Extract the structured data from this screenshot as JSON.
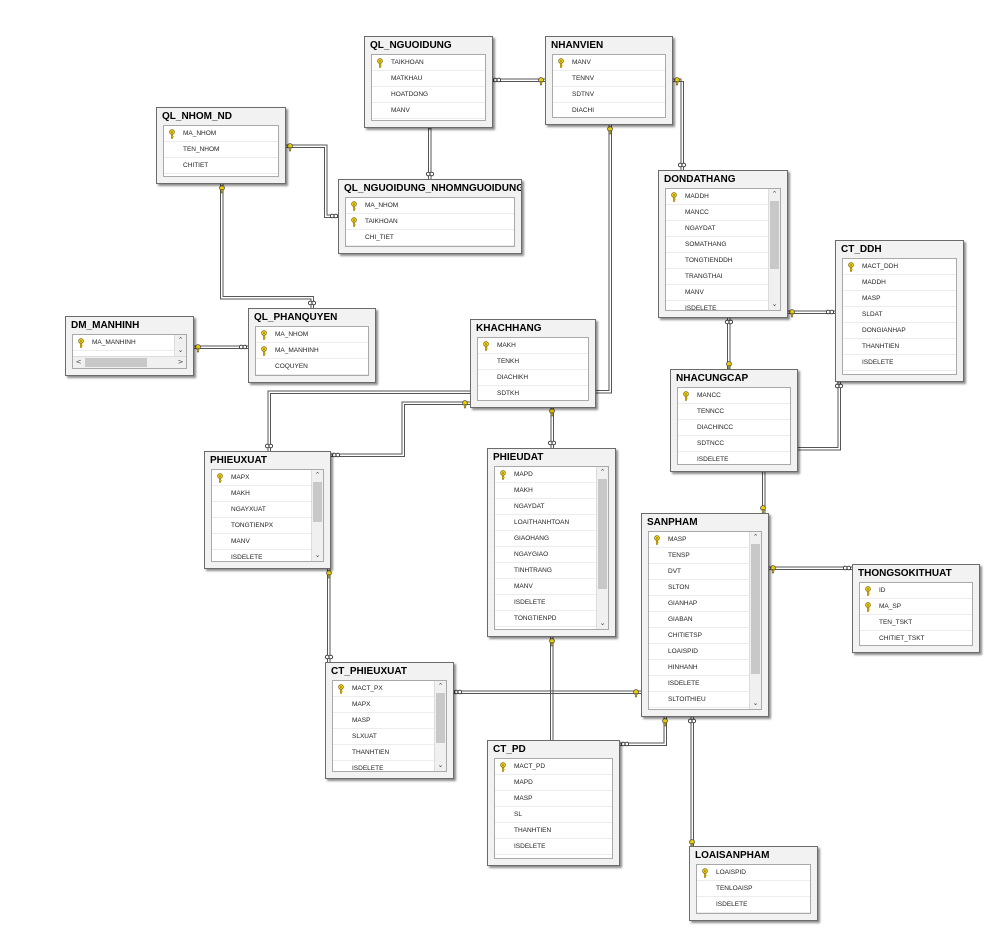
{
  "tables": {
    "ql_nguoidung": {
      "title": "QL_NGUOIDUNG",
      "columns": [
        {
          "name": "TAIKHOAN",
          "key": true
        },
        {
          "name": "MATKHAU"
        },
        {
          "name": "HOATDONG"
        },
        {
          "name": "MANV"
        }
      ]
    },
    "nhanvien": {
      "title": "NHANVIEN",
      "columns": [
        {
          "name": "MANV",
          "key": true
        },
        {
          "name": "TENNV"
        },
        {
          "name": "SDTNV"
        },
        {
          "name": "DIACHI"
        }
      ]
    },
    "ql_nhom_nd": {
      "title": "QL_NHOM_ND",
      "columns": [
        {
          "name": "MA_NHOM",
          "key": true
        },
        {
          "name": "TEN_NHOM"
        },
        {
          "name": "CHITIET"
        }
      ]
    },
    "ql_nguoidung_nhomnguoidung": {
      "title": "QL_NGUOIDUNG_NHOMNGUOIDUNG",
      "columns": [
        {
          "name": "MA_NHOM",
          "key": true
        },
        {
          "name": "TAIKHOAN",
          "key": true
        },
        {
          "name": "CHI_TIET"
        }
      ]
    },
    "dondathang": {
      "title": "DONDATHANG",
      "columns": [
        {
          "name": "MADDH",
          "key": true
        },
        {
          "name": "MANCC"
        },
        {
          "name": "NGAYDAT"
        },
        {
          "name": "SOMATHANG"
        },
        {
          "name": "TONGTIENDDH"
        },
        {
          "name": "TRANGTHAI"
        },
        {
          "name": "MANV"
        },
        {
          "name": "ISDELETE"
        }
      ]
    },
    "ct_ddh": {
      "title": "CT_DDH",
      "columns": [
        {
          "name": "MACT_DDH",
          "key": true
        },
        {
          "name": "MADDH"
        },
        {
          "name": "MASP"
        },
        {
          "name": "SLDAT"
        },
        {
          "name": "DONGIANHAP"
        },
        {
          "name": "THANHTIEN"
        },
        {
          "name": "ISDELETE"
        }
      ]
    },
    "dm_manhinh": {
      "title": "DM_MANHINH",
      "columns": [
        {
          "name": "MA_MANHINH",
          "key": true
        }
      ]
    },
    "ql_phanquyen": {
      "title": "QL_PHANQUYEN",
      "columns": [
        {
          "name": "MA_NHOM",
          "key": true
        },
        {
          "name": "MA_MANHINH",
          "key": true
        },
        {
          "name": "COQUYEN"
        }
      ]
    },
    "khachhang": {
      "title": "KHACHHANG",
      "columns": [
        {
          "name": "MAKH",
          "key": true
        },
        {
          "name": "TENKH"
        },
        {
          "name": "DIACHIKH"
        },
        {
          "name": "SDTKH"
        }
      ]
    },
    "nhacungcap": {
      "title": "NHACUNGCAP",
      "columns": [
        {
          "name": "MANCC",
          "key": true
        },
        {
          "name": "TENNCC"
        },
        {
          "name": "DIACHINCC"
        },
        {
          "name": "SDTNCC"
        },
        {
          "name": "ISDELETE"
        }
      ]
    },
    "phieuxuat": {
      "title": "PHIEUXUAT",
      "columns": [
        {
          "name": "MAPX",
          "key": true
        },
        {
          "name": "MAKH"
        },
        {
          "name": "NGAYXUAT"
        },
        {
          "name": "TONGTIENPX"
        },
        {
          "name": "MANV"
        },
        {
          "name": "ISDELETE"
        }
      ]
    },
    "phieudat": {
      "title": "PHIEUDAT",
      "columns": [
        {
          "name": "MAPD",
          "key": true
        },
        {
          "name": "MAKH"
        },
        {
          "name": "NGAYDAT"
        },
        {
          "name": "LOAITHANHTOAN"
        },
        {
          "name": "GIAOHANG"
        },
        {
          "name": "NGAYGIAO"
        },
        {
          "name": "TINHTRANG"
        },
        {
          "name": "MANV"
        },
        {
          "name": "ISDELETE"
        },
        {
          "name": "TONGTIENPD"
        }
      ]
    },
    "sanpham": {
      "title": "SANPHAM",
      "columns": [
        {
          "name": "MASP",
          "key": true
        },
        {
          "name": "TENSP"
        },
        {
          "name": "DVT"
        },
        {
          "name": "SLTON"
        },
        {
          "name": "GIANHAP"
        },
        {
          "name": "GIABAN"
        },
        {
          "name": "CHITIETSP"
        },
        {
          "name": "LOAISPID"
        },
        {
          "name": "HINHANH"
        },
        {
          "name": "ISDELETE"
        },
        {
          "name": "SLTOITHIEU"
        }
      ]
    },
    "thongsokithuat": {
      "title": "THONGSOKITHUAT",
      "columns": [
        {
          "name": "ID",
          "key": true
        },
        {
          "name": "MA_SP",
          "key": true
        },
        {
          "name": "TEN_TSKT"
        },
        {
          "name": "CHITIET_TSKT"
        }
      ]
    },
    "ct_phieuxuat": {
      "title": "CT_PHIEUXUAT",
      "columns": [
        {
          "name": "MACT_PX",
          "key": true
        },
        {
          "name": "MAPX"
        },
        {
          "name": "MASP"
        },
        {
          "name": "SLXUAT"
        },
        {
          "name": "THANHTIEN"
        },
        {
          "name": "ISDELETE"
        }
      ]
    },
    "ct_pd": {
      "title": "CT_PD",
      "columns": [
        {
          "name": "MACT_PD",
          "key": true
        },
        {
          "name": "MAPD"
        },
        {
          "name": "MASP"
        },
        {
          "name": "SL"
        },
        {
          "name": "THANHTIEN"
        },
        {
          "name": "ISDELETE"
        }
      ]
    },
    "loaisanpham": {
      "title": "LOAISANPHAM",
      "columns": [
        {
          "name": "LOAISPID",
          "key": true
        },
        {
          "name": "TENLOAISP"
        },
        {
          "name": "ISDELETE"
        }
      ]
    }
  },
  "scroll_glyphs": {
    "up": "⌃",
    "down": "⌄",
    "left": "<",
    "right": ">"
  },
  "colors": {
    "background": "#ffffff",
    "table_frame": "#f2f2f2",
    "connector": "#555555",
    "key": "#d4b800"
  }
}
